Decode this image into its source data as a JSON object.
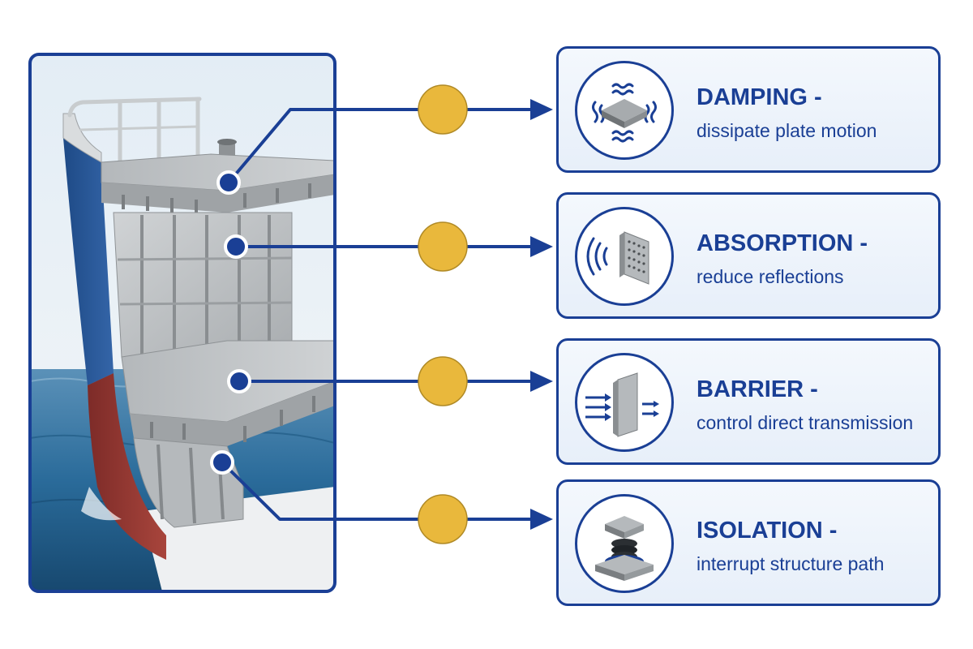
{
  "colors": {
    "accent": "#1a3f95",
    "node": "#e9b83c",
    "hull_blue": "#2d5a9a",
    "hull_red": "#9b3a34",
    "sea": "#2a6b9a",
    "steel": "#bfc3c6"
  },
  "treatments": [
    {
      "title": "DAMPING -",
      "subtitle": "dissipate plate motion",
      "icon": "damping-pad-icon"
    },
    {
      "title": "ABSORPTION -",
      "subtitle": "reduce reflections",
      "icon": "perforated-panel-icon"
    },
    {
      "title": "BARRIER -",
      "subtitle": "control direct transmission",
      "icon": "barrier-wall-icon"
    },
    {
      "title": "ISOLATION -",
      "subtitle": "interrupt structure path",
      "icon": "resilient-mount-icon"
    }
  ]
}
